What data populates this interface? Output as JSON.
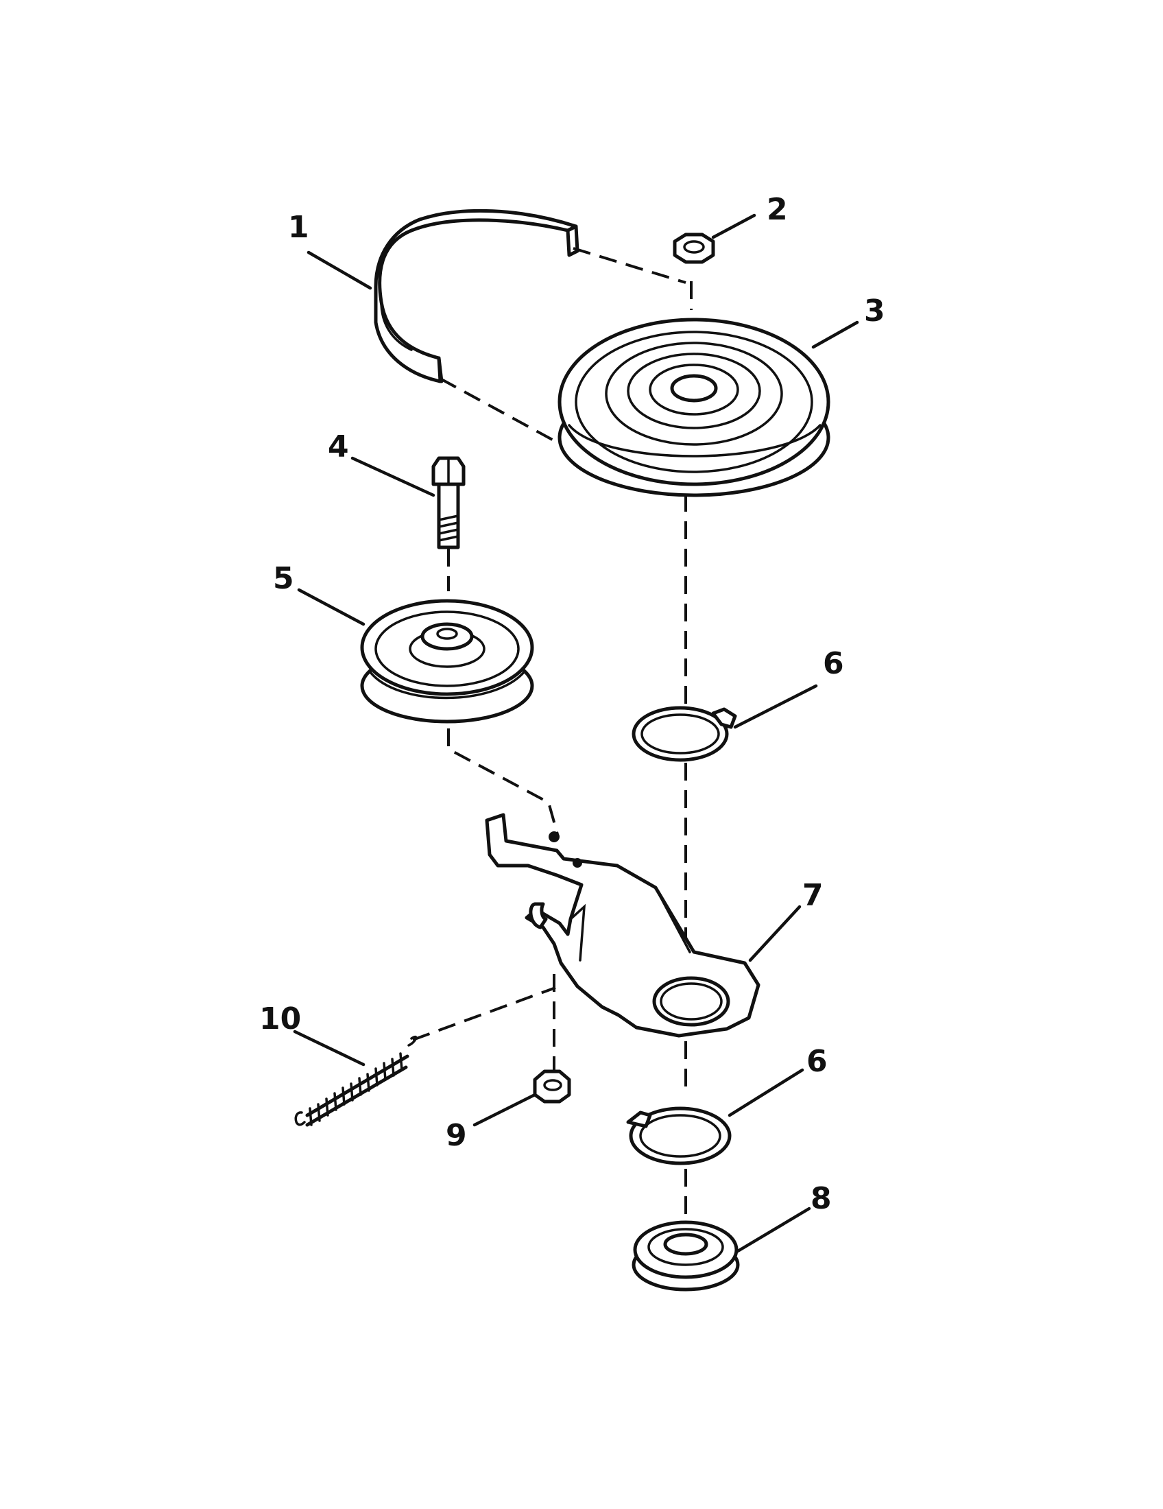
{
  "callouts": [
    {
      "id": "1",
      "text": "1"
    },
    {
      "id": "2",
      "text": "2"
    },
    {
      "id": "3",
      "text": "3"
    },
    {
      "id": "4",
      "text": "4"
    },
    {
      "id": "5",
      "text": "5"
    },
    {
      "id": "6a",
      "text": "6"
    },
    {
      "id": "7",
      "text": "7"
    },
    {
      "id": "10",
      "text": "10"
    },
    {
      "id": "6b",
      "text": "6"
    },
    {
      "id": "9",
      "text": "9"
    },
    {
      "id": "8",
      "text": "8"
    }
  ]
}
